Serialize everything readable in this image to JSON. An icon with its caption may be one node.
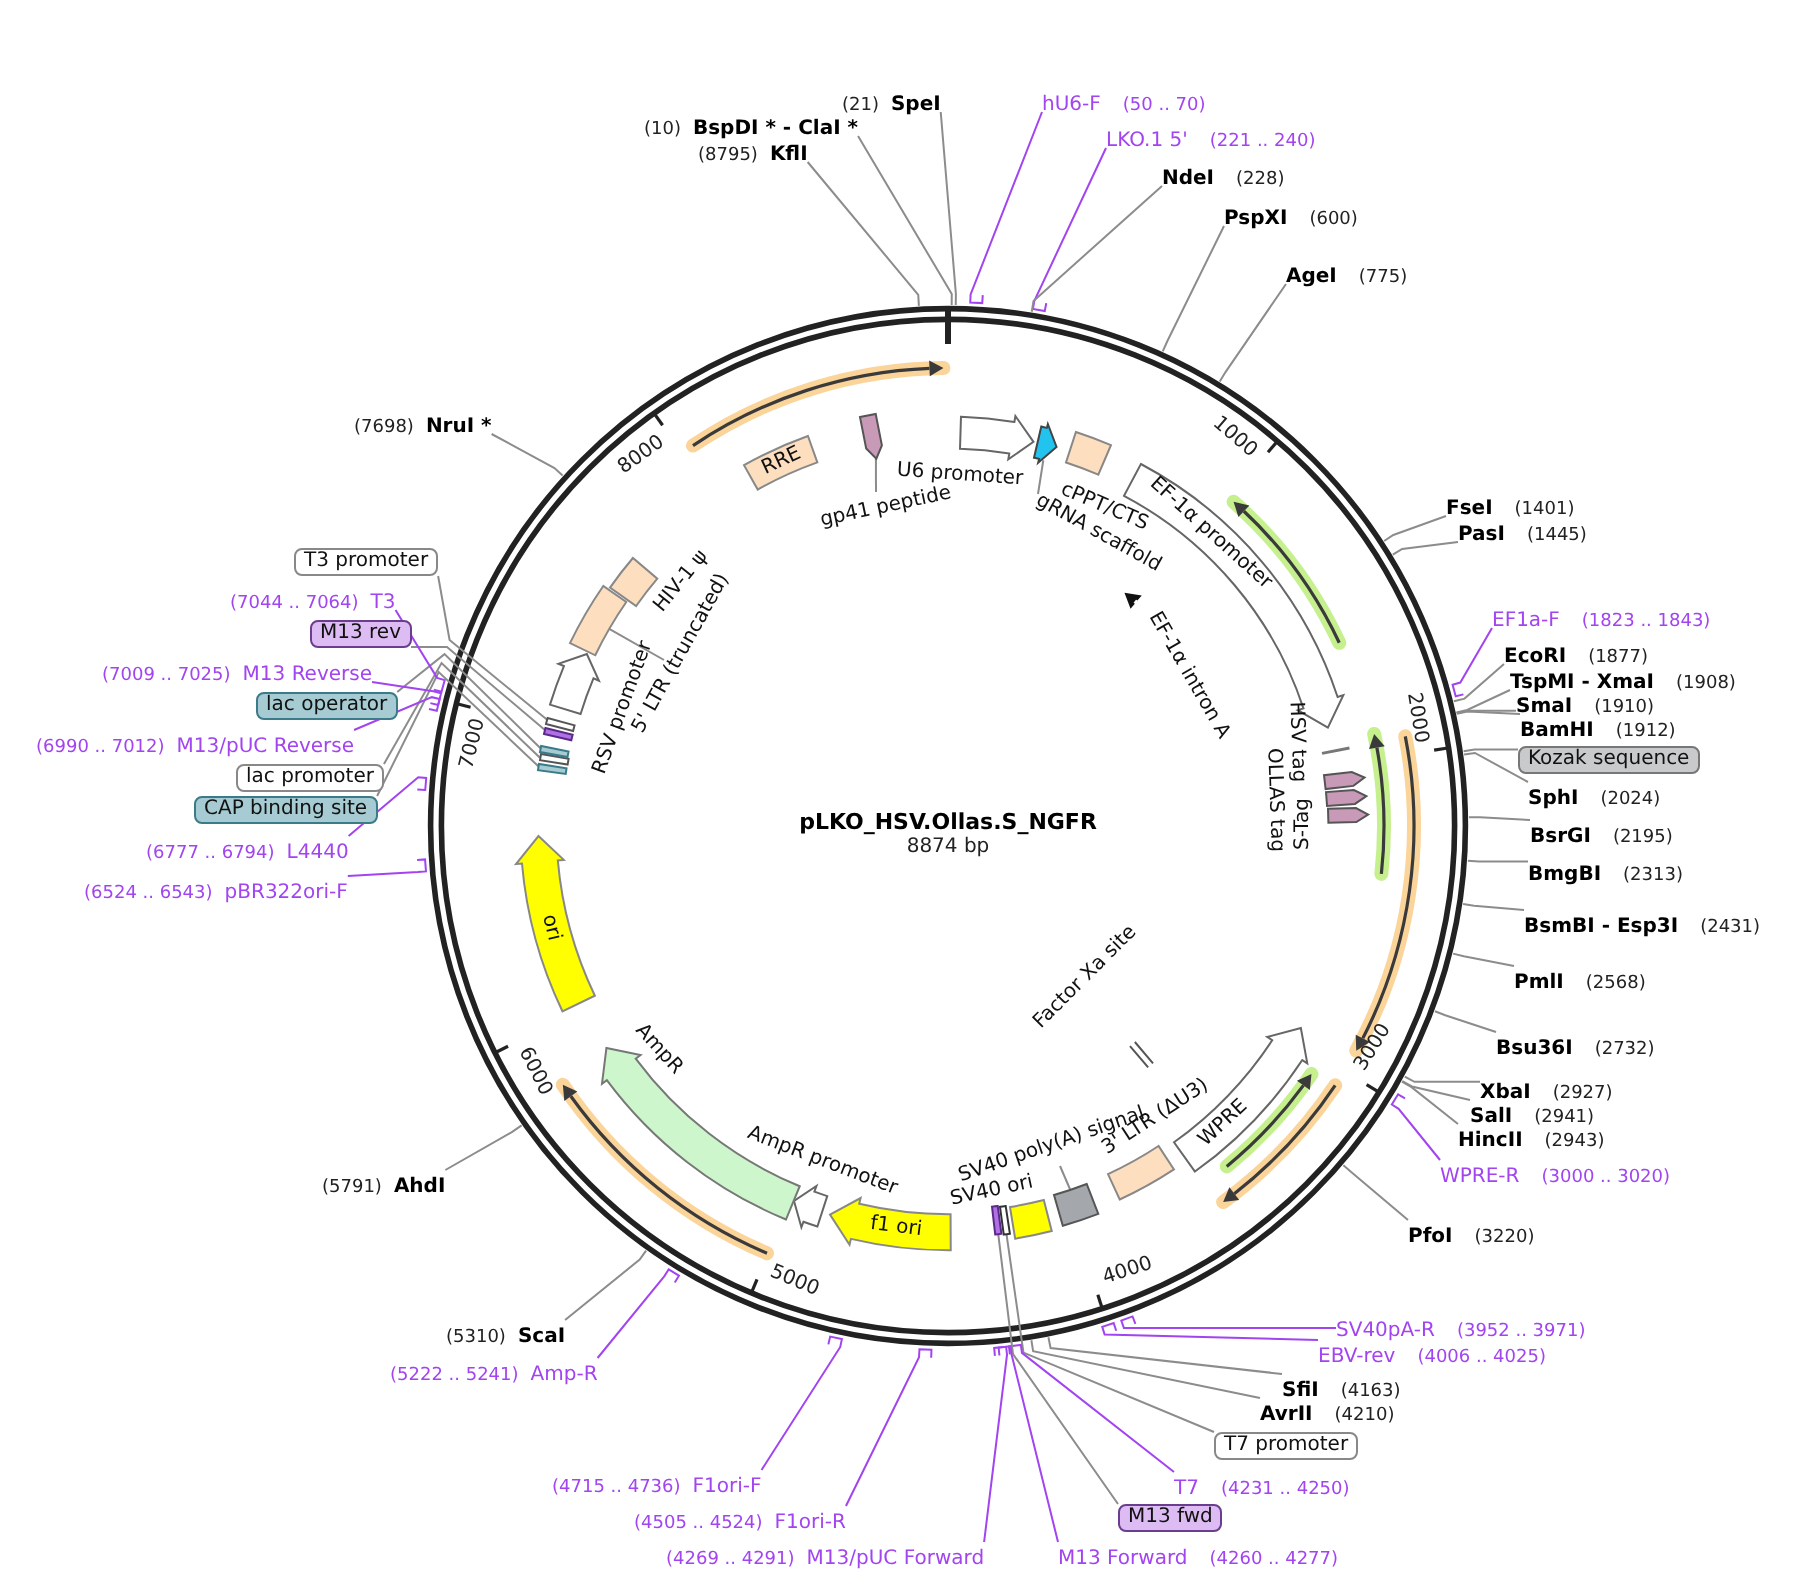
{
  "diagram": {
    "title": "pLKO_HSV.Ollas.S_NGFR",
    "nodes": [
      {
        "text": [
          "KflI"
        ],
        "beside": [
          "(8795)"
        ]
      },
      {
        "text": [
          "BspDI * - ClaI *"
        ],
        "beside": [
          "(10)"
        ]
      },
      {
        "text": [
          "SpeI"
        ],
        "beside": [
          "(21)"
        ]
      },
      {
        "text": [
          "hU6-F"
        ],
        "beside": [
          "(50 .. 70)"
        ]
      },
      {
        "text": [
          "LKO.1 5'"
        ],
        "beside": [
          "(221 .. 240)"
        ]
      },
      {
        "text": [
          "NdeI"
        ],
        "beside": [
          "(228)"
        ]
      },
      {
        "text": [
          "PspXI"
        ],
        "beside": [
          "(600)"
        ]
      },
      {
        "text": [
          "AgeI"
        ],
        "beside": [
          "(775)"
        ]
      },
      {
        "text": [
          "FseI"
        ],
        "beside": [
          "(1401)"
        ]
      },
      {
        "text": [
          "PasI"
        ],
        "beside": [
          "(1445)"
        ]
      },
      {
        "text": [
          "EF1a-F"
        ],
        "beside": [
          "(1823 .. 1843)"
        ]
      },
      {
        "text": [
          "EcoRI"
        ],
        "beside": [
          "(1877)"
        ]
      },
      {
        "text": [
          "TspMI - XmaI"
        ],
        "beside": [
          "(1908)"
        ]
      },
      {
        "text": [
          "SmaI"
        ],
        "beside": [
          "(1910)"
        ]
      },
      {
        "text": [
          "BamHI"
        ],
        "beside": [
          "(1912)"
        ]
      },
      {
        "text": [
          "Kozak sequence"
        ]
      },
      {
        "text": [
          "SphI"
        ],
        "beside": [
          "(2024)"
        ]
      },
      {
        "text": [
          "BsrGI"
        ],
        "beside": [
          "(2195)"
        ]
      },
      {
        "text": [
          "BmgBI"
        ],
        "beside": [
          "(2313)"
        ]
      },
      {
        "text": [
          "BsmBI - Esp3I"
        ],
        "beside": [
          "(2431)"
        ]
      },
      {
        "text": [
          "PmlI"
        ],
        "beside": [
          "(2568)"
        ]
      },
      {
        "text": [
          "Bsu36I"
        ],
        "beside": [
          "(2732)"
        ]
      },
      {
        "text": [
          "XbaI"
        ],
        "beside": [
          "(2927)"
        ]
      },
      {
        "text": [
          "SalI"
        ],
        "beside": [
          "(2941)"
        ]
      },
      {
        "text": [
          "HincII"
        ],
        "beside": [
          "(2943)"
        ]
      },
      {
        "text": [
          "WPRE-R"
        ],
        "beside": [
          "(3000 .. 3020)"
        ]
      },
      {
        "text": [
          "PfoI"
        ],
        "beside": [
          "(3220)"
        ]
      },
      {
        "text": [
          "SV40pA-R"
        ],
        "beside": [
          "(3952 .. 3971)"
        ]
      },
      {
        "text": [
          "EBV-rev"
        ],
        "beside": [
          "(4006 .. 4025)"
        ]
      },
      {
        "text": [
          "SfiI"
        ],
        "beside": [
          "(4163)"
        ]
      },
      {
        "text": [
          "AvrII"
        ],
        "beside": [
          "(4210)"
        ]
      },
      {
        "text": [
          "T7 promoter"
        ]
      },
      {
        "text": [
          "T7"
        ],
        "beside": [
          "(4231 .. 4250)"
        ]
      },
      {
        "text": [
          "M13 fwd"
        ]
      },
      {
        "text": [
          "M13 Forward"
        ],
        "beside": [
          "(4260 .. 4277)"
        ]
      },
      {
        "text": [
          "M13/pUC Forward"
        ],
        "beside": [
          "(4269 .. 4291)"
        ]
      },
      {
        "text": [
          "F1ori-R"
        ],
        "beside": [
          "(4505 .. 4524)"
        ]
      },
      {
        "text": [
          "F1ori-F"
        ],
        "beside": [
          "(4715 .. 4736)"
        ]
      },
      {
        "text": [
          "Amp-R"
        ],
        "beside": [
          "(5222 .. 5241)"
        ]
      },
      {
        "text": [
          "ScaI"
        ],
        "beside": [
          "(5310)"
        ]
      },
      {
        "text": [
          "AhdI"
        ],
        "beside": [
          "(5791)"
        ]
      },
      {
        "text": [
          "pBR322ori-F"
        ],
        "beside": [
          "(6524 .. 6543)"
        ]
      },
      {
        "text": [
          "L4440"
        ],
        "beside": [
          "(6777 .. 6794)"
        ]
      },
      {
        "text": [
          "CAP binding site"
        ]
      },
      {
        "text": [
          "lac promoter"
        ]
      },
      {
        "text": [
          "M13/pUC Reverse"
        ],
        "beside": [
          "(6990 .. 7012)"
        ]
      },
      {
        "text": [
          "lac operator"
        ]
      },
      {
        "text": [
          "M13 Reverse"
        ],
        "beside": [
          "(7009 .. 7025)"
        ]
      },
      {
        "text": [
          "M13 rev"
        ]
      },
      {
        "text": [
          "T3"
        ],
        "beside": [
          "(7044 .. 7064)"
        ]
      },
      {
        "text": [
          "T3 promoter"
        ]
      },
      {
        "text": [
          "NruI *"
        ],
        "beside": [
          "(7698)"
        ]
      },
      {
        "text": [
          "U6 promoter"
        ]
      },
      {
        "text": [],
        "shape": "arrow"
      },
      {
        "text": [
          "gRNA scaffold"
        ]
      },
      {
        "text": [
          "cPPT/CTS"
        ]
      },
      {
        "text": [
          "EF-1α intron A"
        ]
      },
      {
        "text": [
          "EF-1α promoter"
        ]
      },
      {
        "text": [
          "HSV tag"
        ]
      },
      {
        "text": [
          "OLLAS tag"
        ]
      },
      {
        "text": [],
        "shape": "arrow"
      },
      {
        "text": [
          "S-Tag"
        ]
      },
      {
        "text": [
          "WPRE"
        ]
      },
      {
        "text": [
          "Factor Xa site"
        ]
      },
      {
        "text": [
          "3' LTR (ΔU3)"
        ]
      },
      {
        "text": [
          "SV40 poly(A) signal"
        ]
      },
      {
        "text": [],
        "shape": "box"
      },
      {
        "text": [
          "SV40 ori"
        ]
      },
      {
        "text": [],
        "shape": "bar"
      },
      {
        "text": [],
        "shape": "bar"
      },
      {
        "text": [
          "f1 ori"
        ]
      },
      {
        "text": [
          "AmpR promoter"
        ]
      },
      {
        "text": [
          "AmpR"
        ]
      },
      {
        "text": [
          "ori"
        ]
      },
      {
        "text": [],
        "shape": "bar"
      },
      {
        "text": [],
        "shape": "bar"
      },
      {
        "text": [],
        "shape": "bar"
      },
      {
        "text": [],
        "shape": "bar"
      },
      {
        "text": [],
        "shape": "bar"
      },
      {
        "text": [
          "RSV promoter"
        ]
      },
      {
        "text": [],
        "shape": "box"
      },
      {
        "text": [
          "5' LTR (truncated)"
        ]
      },
      {
        "text": [
          "HIV-1 ψ"
        ]
      },
      {
        "text": [
          "RRE"
        ]
      },
      {
        "text": [],
        "shape": "arrow"
      },
      {
        "text": [
          "gp41 peptide"
        ]
      }
    ],
    "edges": [
      {
        "from": 0,
        "to": null,
        "arrow": "none"
      },
      {
        "from": 1,
        "to": null,
        "arrow": "none"
      },
      {
        "from": 2,
        "to": null,
        "arrow": "none"
      },
      {
        "from": 3,
        "to": null,
        "arrow": "none",
        "color": "#a244f0"
      },
      {
        "from": 4,
        "to": null,
        "arrow": "none",
        "color": "#a244f0"
      },
      {
        "from": 5,
        "to": null,
        "arrow": "none"
      },
      {
        "from": 6,
        "to": null,
        "arrow": "none"
      },
      {
        "from": 7,
        "to": null,
        "arrow": "none"
      },
      {
        "from": 8,
        "to": null,
        "arrow": "none"
      },
      {
        "from": 9,
        "to": null,
        "arrow": "none"
      },
      {
        "from": 10,
        "to": null,
        "arrow": "none",
        "color": "#a244f0"
      },
      {
        "from": 11,
        "to": null,
        "arrow": "none"
      },
      {
        "from": 12,
        "to": null,
        "arrow": "none"
      },
      {
        "from": 13,
        "to": null,
        "arrow": "none"
      },
      {
        "from": 14,
        "to": null,
        "arrow": "none"
      },
      {
        "from": 15,
        "to": null,
        "arrow": "none"
      },
      {
        "from": 16,
        "to": null,
        "arrow": "none"
      },
      {
        "from": 17,
        "to": null,
        "arrow": "none"
      },
      {
        "from": 18,
        "to": null,
        "arrow": "none"
      },
      {
        "from": 19,
        "to": null,
        "arrow": "none"
      },
      {
        "from": 20,
        "to": null,
        "arrow": "none"
      },
      {
        "from": 21,
        "to": null,
        "arrow": "none"
      },
      {
        "from": 22,
        "to": null,
        "arrow": "none"
      },
      {
        "from": 23,
        "to": null,
        "arrow": "none"
      },
      {
        "from": 24,
        "to": null,
        "arrow": "none"
      },
      {
        "from": 25,
        "to": null,
        "arrow": "none",
        "color": "#a244f0"
      },
      {
        "from": 26,
        "to": null,
        "arrow": "none"
      },
      {
        "from": 27,
        "to": null,
        "arrow": "none",
        "color": "#a244f0"
      },
      {
        "from": 28,
        "to": null,
        "arrow": "none",
        "color": "#a244f0"
      },
      {
        "from": 29,
        "to": null,
        "arrow": "none"
      },
      {
        "from": 30,
        "to": null,
        "arrow": "none"
      },
      {
        "from": 31,
        "to": 68,
        "arrow": "none"
      },
      {
        "from": 32,
        "to": null,
        "arrow": "none",
        "color": "#a244f0"
      },
      {
        "from": 33,
        "to": 69,
        "arrow": "none"
      },
      {
        "from": 34,
        "to": null,
        "arrow": "none",
        "color": "#a244f0"
      },
      {
        "from": 35,
        "to": null,
        "arrow": "none",
        "color": "#a244f0"
      },
      {
        "from": 36,
        "to": null,
        "arrow": "none",
        "color": "#a244f0"
      },
      {
        "from": 37,
        "to": null,
        "arrow": "none",
        "color": "#a244f0"
      },
      {
        "from": 38,
        "to": null,
        "arrow": "none",
        "color": "#a244f0"
      },
      {
        "from": 39,
        "to": null,
        "arrow": "none"
      },
      {
        "from": 40,
        "to": null,
        "arrow": "none"
      },
      {
        "from": 41,
        "to": null,
        "arrow": "none",
        "color": "#a244f0"
      },
      {
        "from": 42,
        "to": null,
        "arrow": "none",
        "color": "#a244f0"
      },
      {
        "from": 43,
        "to": 74,
        "arrow": "none"
      },
      {
        "from": 44,
        "to": 75,
        "arrow": "none"
      },
      {
        "from": 45,
        "to": null,
        "arrow": "none",
        "color": "#a244f0"
      },
      {
        "from": 46,
        "to": 76,
        "arrow": "none"
      },
      {
        "from": 47,
        "to": null,
        "arrow": "none",
        "color": "#a244f0"
      },
      {
        "from": 48,
        "to": 77,
        "arrow": "none"
      },
      {
        "from": 49,
        "to": null,
        "arrow": "none",
        "color": "#a244f0"
      },
      {
        "from": 50,
        "to": 78,
        "arrow": "none"
      },
      {
        "from": 51,
        "to": null,
        "arrow": "none"
      },
      {
        "from": 54,
        "to": 53,
        "arrow": "none"
      },
      {
        "from": 65,
        "to": 66,
        "arrow": "none"
      },
      {
        "from": 81,
        "to": 80,
        "arrow": "none"
      },
      {
        "from": 85,
        "to": 84,
        "arrow": "none"
      }
    ],
    "labels": [
      "8874 bp",
      "1000",
      "2000",
      "3000",
      "4000",
      "5000",
      "6000",
      "7000",
      "8000"
    ]
  }
}
